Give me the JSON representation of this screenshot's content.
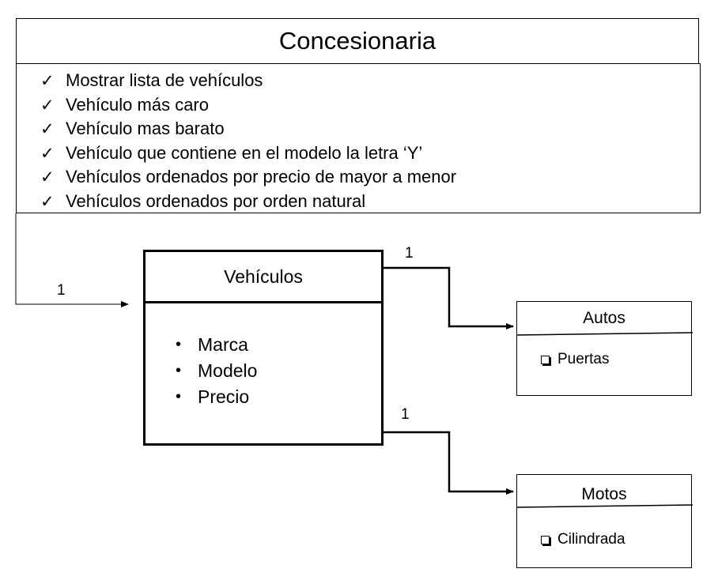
{
  "concesionaria": {
    "title": "Concesionaria",
    "items": [
      "Mostrar lista de vehículos",
      "Vehículo más caro",
      "Vehículo mas barato",
      "Vehículo que contiene en el modelo la letra ‘Y’",
      "Vehículos ordenados por precio de mayor a menor",
      "Vehículos ordenados por orden natural"
    ],
    "item_icon": "check-icon"
  },
  "vehiculos": {
    "title": "Vehículos",
    "attributes": [
      "Marca",
      "Modelo",
      "Precio"
    ]
  },
  "autos": {
    "title": "Autos",
    "attribute": "Puertas",
    "attribute_icon": "checkbox-icon"
  },
  "motos": {
    "title": "Motos",
    "attribute": "Cilindrada",
    "attribute_icon": "checkbox-icon"
  },
  "multiplicities": {
    "concesionaria_to_vehiculos": "1",
    "vehiculos_to_autos": "1",
    "vehiculos_to_motos": "1"
  }
}
